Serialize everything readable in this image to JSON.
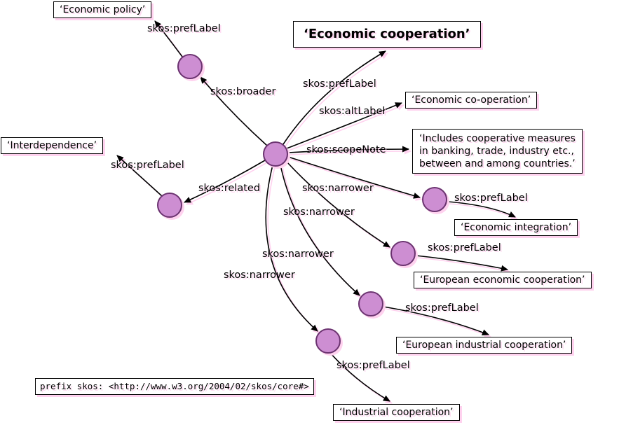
{
  "edge_labels": {
    "pref_label": "skos:prefLabel",
    "alt_label": "skos:altLabel",
    "scope_note": "skos:scopeNote",
    "broader": "skos:broader",
    "related": "skos:related",
    "narrower": "skos:narrower"
  },
  "boxes": {
    "economic_policy": "‘Economic policy’",
    "economic_cooperation": "‘Economic cooperation’",
    "economic_co_operation": "‘Economic co-operation’",
    "scope_note": {
      "line1": "‘Includes cooperative measures",
      "line2": "in banking, trade, industry etc.,",
      "line3": "between and among countries.’"
    },
    "interdependence": "‘Interdependence’",
    "economic_integration": "‘Economic integration’",
    "european_economic_cooperation": "‘European economic cooperation’",
    "european_industrial_cooperation": "‘European industrial cooperation’",
    "industrial_cooperation": "‘Industrial cooperation’",
    "prefix": "prefix skos: <http://www.w3.org/2004/02/skos/core#>"
  },
  "colors": {
    "node_fill": "#cd8ed2",
    "node_border": "#6b3370",
    "shadow": "#ffd2ef",
    "edge": "#000000"
  }
}
